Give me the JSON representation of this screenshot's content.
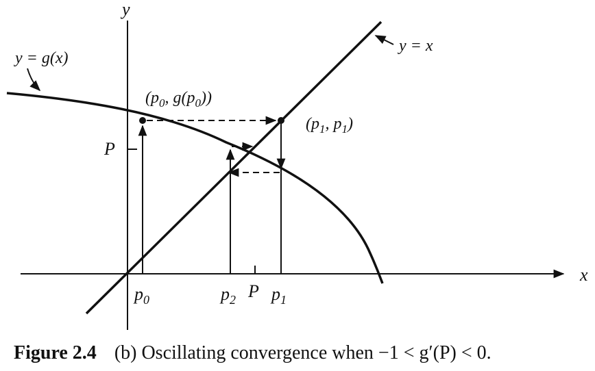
{
  "figure": {
    "labels": {
      "y_axis": "y",
      "x_axis": "x",
      "curve": "y = g(x)",
      "line": "y = x",
      "point_p0": "(p",
      "point_p1": "(p",
      "P_y": "P",
      "P_x": "P",
      "p0": "p",
      "p1": "p",
      "p2": "p"
    },
    "caption": {
      "number": "Figure 2.4",
      "text": "(b) Oscillating convergence when −1 < g′(P) < 0."
    }
  }
}
